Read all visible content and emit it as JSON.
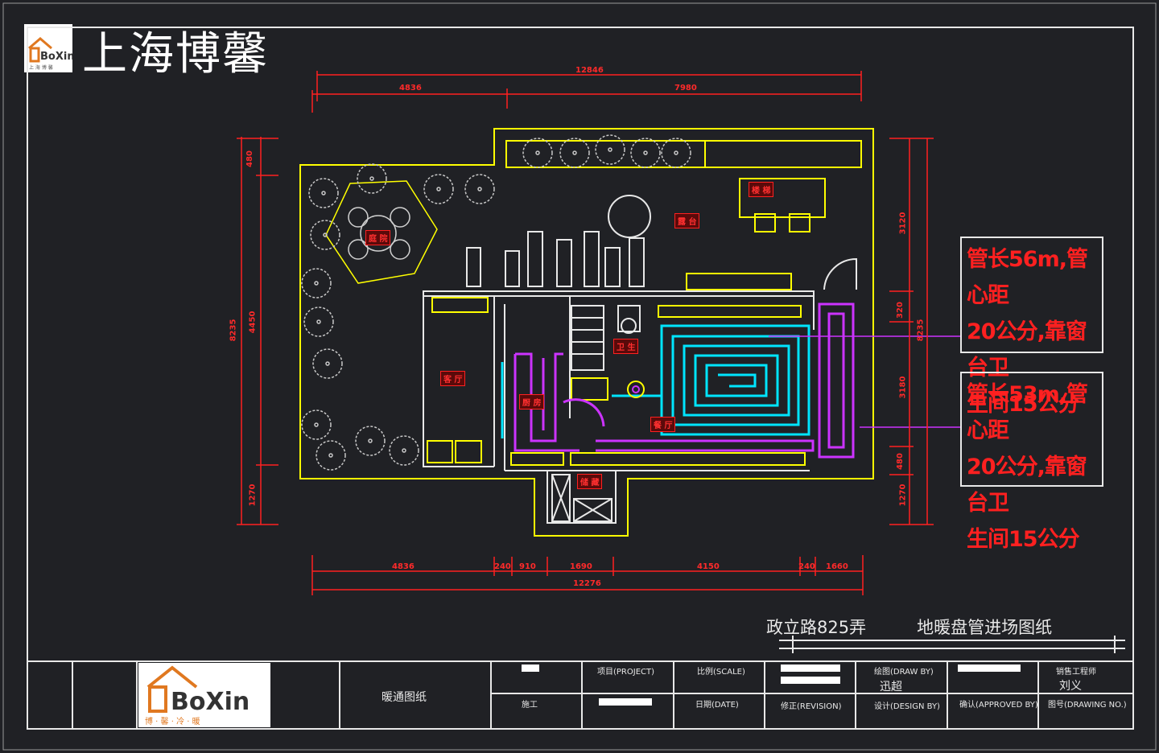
{
  "header": {
    "company_name": "上海博馨",
    "logo_wordmark": "BoXin",
    "logo_tagline": "上 海 博 馨"
  },
  "dimensions": {
    "top_total": "12846",
    "top_left": "4836",
    "top_right": "7980",
    "bottom_segments": [
      "4836",
      "240",
      "910",
      "1690",
      "4150",
      "240",
      "1660"
    ],
    "bottom_total": "12276",
    "left_total": "8235",
    "left_segments": [
      "480",
      "4450",
      "1270"
    ],
    "right_segments": [
      "3120",
      "320",
      "3180",
      "480",
      "1270"
    ],
    "right_total": "8235"
  },
  "room_tags": [
    "庭 院",
    "露 台",
    "客 厅",
    "卫 生",
    "厨 房",
    "餐 厅",
    "储 藏",
    "楼 梯"
  ],
  "notes": [
    {
      "lines": [
        "管长56m,管心距",
        "20公分,靠窗台卫",
        "生间15公分"
      ]
    },
    {
      "lines": [
        "管长53m,管心距",
        "20公分,靠窗台卫",
        "生间15公分"
      ]
    }
  ],
  "drawing_title": "政立路825弄　　　地暖盘管进场图纸",
  "title_block": {
    "logo_wordmark": "BoXin",
    "logo_tagline": "博 · 馨 · 冷 · 暖",
    "drawing_name": "暖通图纸",
    "project_label": "项目(PROJECT)",
    "scale_label": "比例(SCALE)",
    "draw_by_label": "绘图(DRAW BY)",
    "draw_by_value": "迅超",
    "engineer_label": "销售工程师",
    "engineer_value": "刘义",
    "construction_label": "施工",
    "date_label": "日期(DATE)",
    "revision_label": "修正(REVISION)",
    "design_label": "设计(DESIGN BY)",
    "approved_label": "确认(APPROVED BY)",
    "drawing_no_label": "图号(DRAWING NO.)"
  },
  "colors": {
    "background": "#202125",
    "walls": "#ffff00",
    "dimension": "#ff2020",
    "loop_a": "#00e5ff",
    "loop_b": "#cc33ff",
    "frame": "#e8e8e8"
  }
}
